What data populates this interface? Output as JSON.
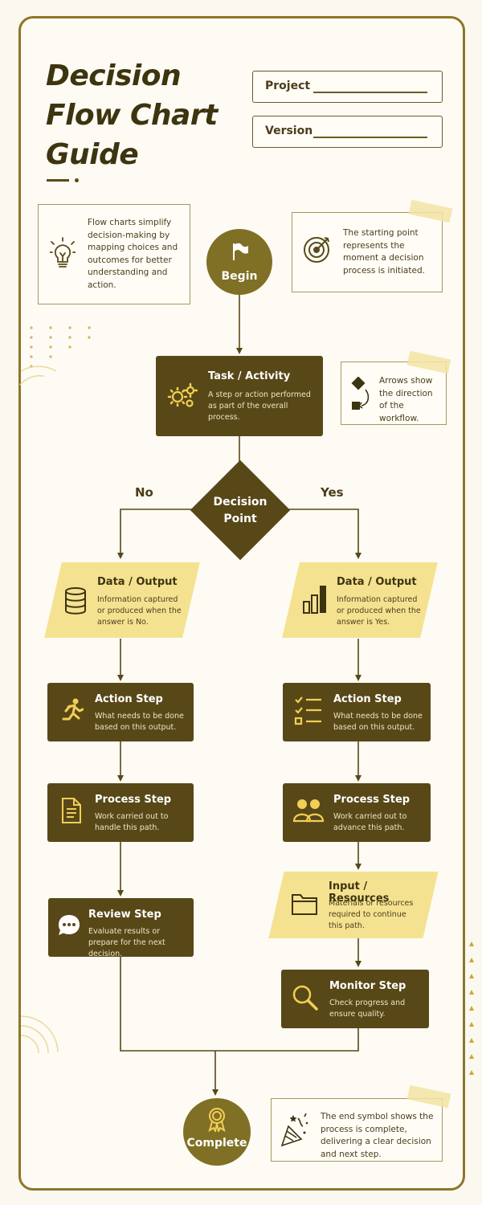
{
  "title": "Decision\nFlow Chart\nGuide",
  "fields": {
    "project_label": "Project",
    "version_label": "Version"
  },
  "notes": {
    "intro": "Flow charts simplify decision-making by mapping choices and outcomes for better understanding and action.",
    "start": "The starting point represents the moment a decision process is initiated.",
    "arrows": "Arrows show the direction of the workflow.",
    "end": "The end symbol shows the process is complete, delivering a clear decision and next step."
  },
  "begin": {
    "label": "Begin"
  },
  "task": {
    "title": "Task / Activity",
    "desc": "A step or action performed as part of the overall process."
  },
  "decision": {
    "label": "Decision\nPoint",
    "no_label": "No",
    "yes_label": "Yes"
  },
  "left": {
    "data": {
      "title": "Data / Output",
      "desc": "Information captured or produced when the answer is No."
    },
    "action": {
      "title": "Action Step",
      "desc": "What needs to be done based on this output."
    },
    "process": {
      "title": "Process Step",
      "desc": "Work carried out to handle this path."
    },
    "review": {
      "title": "Review Step",
      "desc": "Evaluate results or prepare for the next decision."
    }
  },
  "right": {
    "data": {
      "title": "Data / Output",
      "desc": "Information captured or produced when the answer is Yes."
    },
    "action": {
      "title": "Action Step",
      "desc": "What needs to be done based on this output."
    },
    "process": {
      "title": "Process Step",
      "desc": "Work carried out to advance this path."
    },
    "input": {
      "title": "Input / Resources",
      "desc": "Materials or resources required to continue this path."
    },
    "monitor": {
      "title": "Monitor Step",
      "desc": "Check progress and ensure quality."
    }
  },
  "complete": {
    "label": "Complete"
  },
  "colors": {
    "dark": "#584818",
    "olive": "#807025",
    "yellow": "#f5e291",
    "frame": "#8d7628",
    "background": "#fbf8ef"
  }
}
